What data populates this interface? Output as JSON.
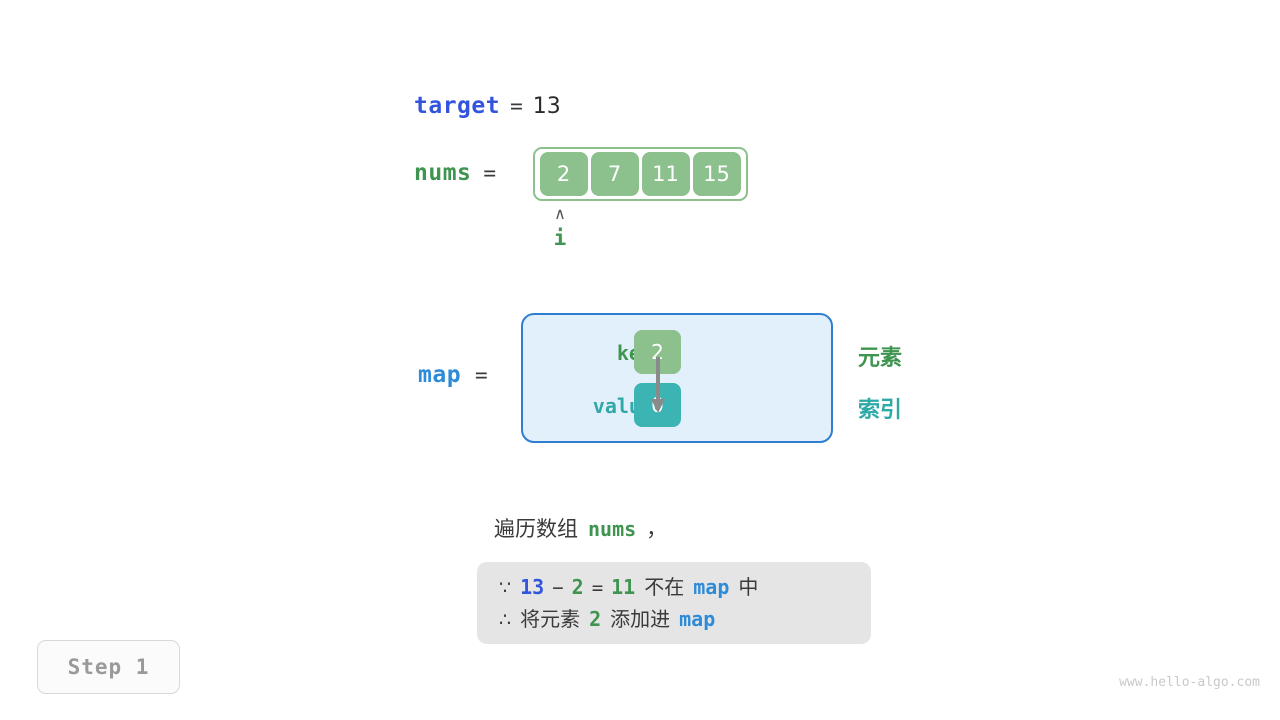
{
  "target": {
    "name": "target",
    "equals": "=",
    "value": "13"
  },
  "nums": {
    "name": "nums",
    "equals": "=",
    "cells": [
      "2",
      "7",
      "11",
      "15"
    ]
  },
  "pointer": {
    "caret": "∧",
    "label": "i"
  },
  "map": {
    "name": "map",
    "equals": "=",
    "key_label": "key",
    "value_label": "value",
    "key_cell": "2",
    "value_cell": "0",
    "side_labels": {
      "element": "元素",
      "index": "索引"
    }
  },
  "caption": {
    "prefix": "遍历数组",
    "code": "nums",
    "suffix": "，"
  },
  "explanation": {
    "line1": {
      "symbol": "∵",
      "left_operand": "13",
      "minus": "−",
      "right_operand": "2",
      "equals": "=",
      "result": "11",
      "text_mid": "不在",
      "map_ref": "map",
      "text_end": "中"
    },
    "line2": {
      "symbol": "∴",
      "text_start": "将元素",
      "element": "2",
      "text_mid": "添加进",
      "map_ref": "map"
    }
  },
  "step_badge": "Step 1",
  "watermark": "www.hello-algo.com",
  "colors": {
    "green": "#3f9450",
    "green_fill": "#8cc08c",
    "teal": "#2fa8a8",
    "teal_fill": "#3cb4b4",
    "blue_deep": "#3355dd",
    "blue_light": "#2e8bd8",
    "map_border": "#2f7fd0",
    "map_fill": "#e2f0fb",
    "explain_bg": "#e5e5e5",
    "arrow_gray": "#8a8a8a",
    "text_dark": "#3a3a3a"
  }
}
